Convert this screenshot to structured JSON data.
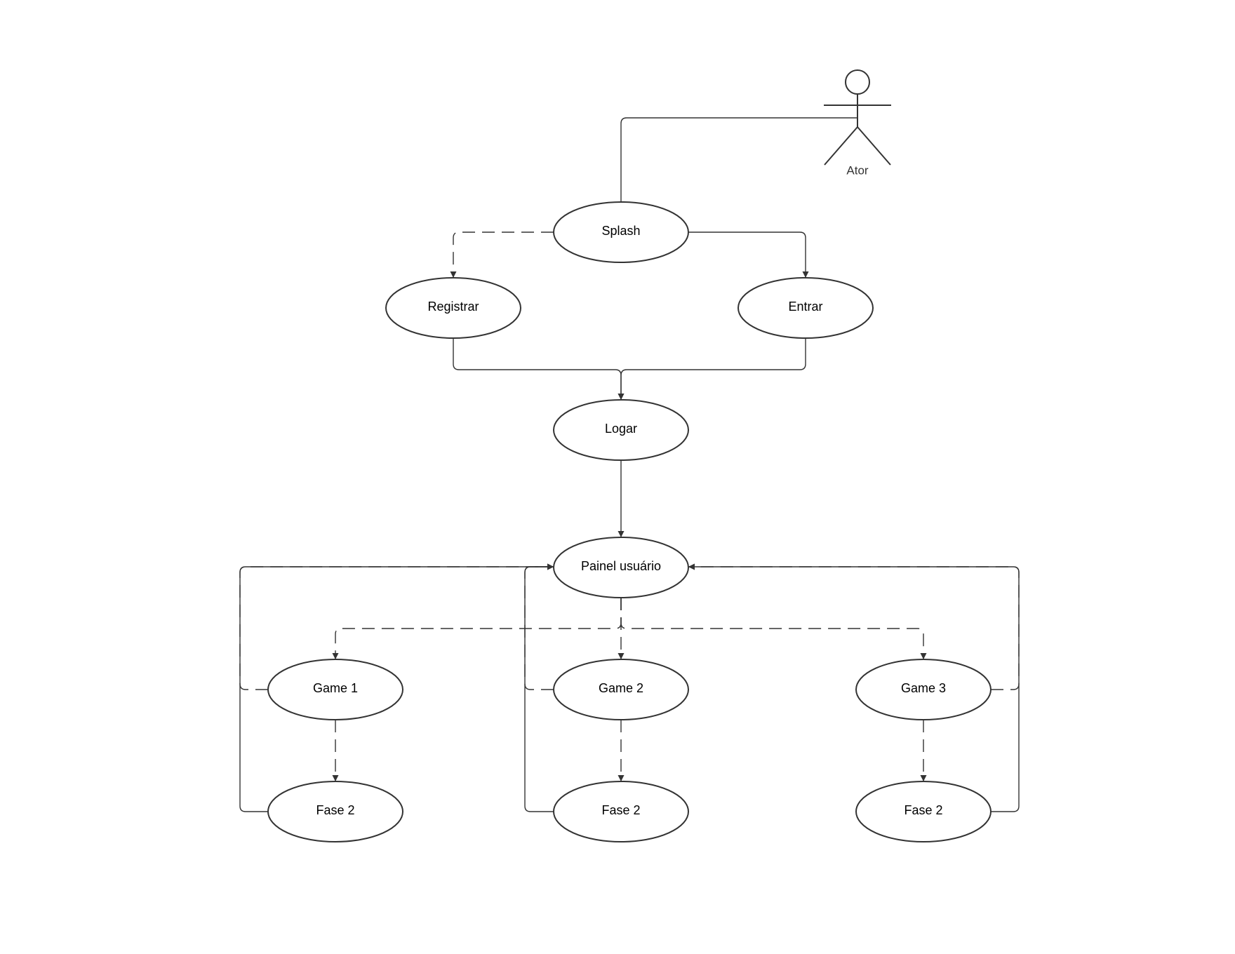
{
  "diagram": {
    "actor": {
      "id": "ator",
      "label": "Ator"
    },
    "nodes": [
      {
        "id": "splash",
        "label": "Splash"
      },
      {
        "id": "registrar",
        "label": "Registrar"
      },
      {
        "id": "entrar",
        "label": "Entrar"
      },
      {
        "id": "logar",
        "label": "Logar"
      },
      {
        "id": "painel",
        "label": "Painel usuário"
      },
      {
        "id": "game1",
        "label": "Game 1"
      },
      {
        "id": "game2",
        "label": "Game 2"
      },
      {
        "id": "game3",
        "label": "Game 3"
      },
      {
        "id": "fase1",
        "label": "Fase 2"
      },
      {
        "id": "fase2",
        "label": "Fase 2"
      },
      {
        "id": "fase3",
        "label": "Fase 2"
      }
    ],
    "edges": [
      {
        "from": "ator",
        "to": "splash",
        "style": "solid",
        "arrow": false
      },
      {
        "from": "splash",
        "to": "registrar",
        "style": "dashed",
        "arrow": true
      },
      {
        "from": "splash",
        "to": "entrar",
        "style": "solid",
        "arrow": true
      },
      {
        "from": "registrar",
        "to": "logar",
        "style": "solid",
        "arrow": true
      },
      {
        "from": "entrar",
        "to": "logar",
        "style": "solid",
        "arrow": true
      },
      {
        "from": "logar",
        "to": "painel",
        "style": "solid",
        "arrow": true
      },
      {
        "from": "painel",
        "to": "game1",
        "style": "dashed",
        "arrow": true
      },
      {
        "from": "painel",
        "to": "game2",
        "style": "dashed",
        "arrow": true
      },
      {
        "from": "painel",
        "to": "game3",
        "style": "dashed",
        "arrow": true
      },
      {
        "from": "game1",
        "to": "fase1",
        "style": "dashed",
        "arrow": true
      },
      {
        "from": "game2",
        "to": "fase2",
        "style": "dashed",
        "arrow": true
      },
      {
        "from": "game3",
        "to": "fase3",
        "style": "dashed",
        "arrow": true
      },
      {
        "from": "game1",
        "to": "painel",
        "style": "dashed",
        "arrow": true
      },
      {
        "from": "fase1",
        "to": "painel",
        "style": "solid",
        "arrow": true
      },
      {
        "from": "game2",
        "to": "painel",
        "style": "dashed",
        "arrow": true
      },
      {
        "from": "fase2",
        "to": "painel",
        "style": "solid",
        "arrow": true
      },
      {
        "from": "game3",
        "to": "painel",
        "style": "dashed",
        "arrow": true
      },
      {
        "from": "fase3",
        "to": "painel",
        "style": "solid",
        "arrow": true
      }
    ]
  },
  "colors": {
    "stroke": "#333333",
    "fill": "#ffffff",
    "text": "#000000"
  }
}
